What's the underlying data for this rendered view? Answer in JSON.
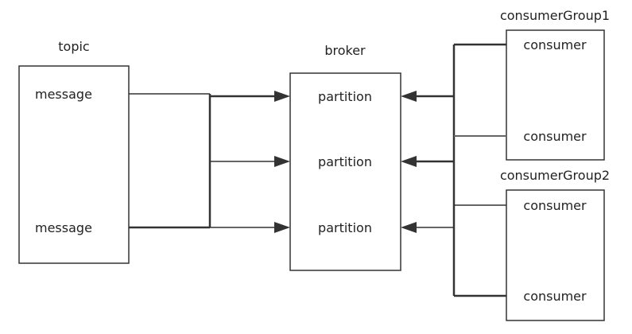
{
  "topic": {
    "title": "topic",
    "messages": [
      "message",
      "message"
    ]
  },
  "broker": {
    "title": "broker",
    "partitions": [
      "partition",
      "partition",
      "partition"
    ]
  },
  "groups": [
    {
      "title": "consumerGroup1",
      "consumers": [
        "consumer",
        "consumer"
      ]
    },
    {
      "title": "consumerGroup2",
      "consumers": [
        "consumer",
        "consumer"
      ]
    }
  ]
}
